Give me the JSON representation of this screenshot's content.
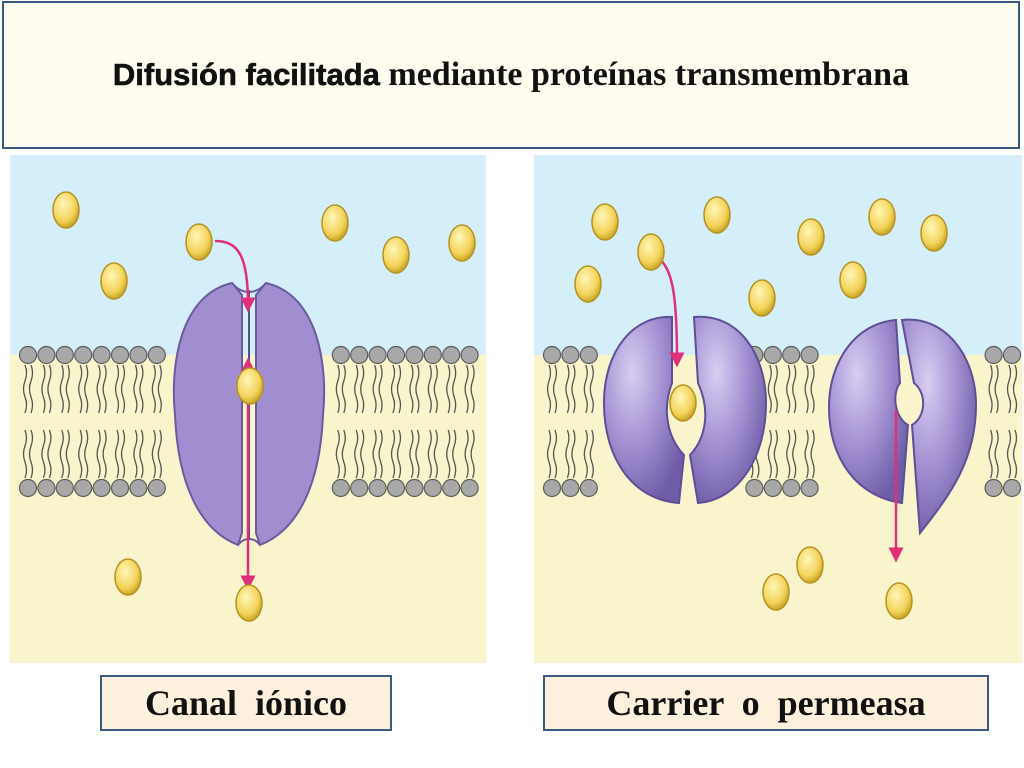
{
  "title": {
    "bold": "Difusión  facilitada",
    "rest": " mediante proteínas transmembrana"
  },
  "panels": {
    "left": {
      "label": "Canal  iónico"
    },
    "right": {
      "label": "Carrier  o  permeasa"
    }
  },
  "colors": {
    "extracellular": "#d4eefa",
    "intracellular": "#faf4cc",
    "protein": "#a08ed0",
    "protein_edge": "#6a5a9e",
    "molecule": "#f3d35a",
    "arrow": "#e0307a",
    "lipid_head": "#a8a8a8"
  }
}
